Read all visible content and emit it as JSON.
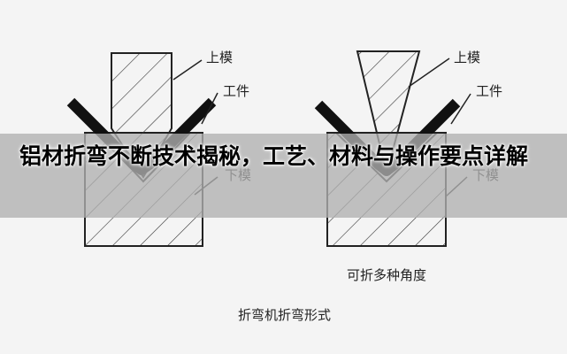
{
  "banner": {
    "title": "铝材折弯不断技术揭秘，工艺、材料与操作要点详解"
  },
  "left_figure": {
    "upper_die_label": "上模",
    "workpiece_label": "工件",
    "lower_die_label": "下模",
    "caption": "折弯机折弯形式"
  },
  "right_figure": {
    "upper_die_label": "上模",
    "workpiece_label": "工件",
    "lower_die_label": "下模",
    "caption": "可折多种角度"
  }
}
